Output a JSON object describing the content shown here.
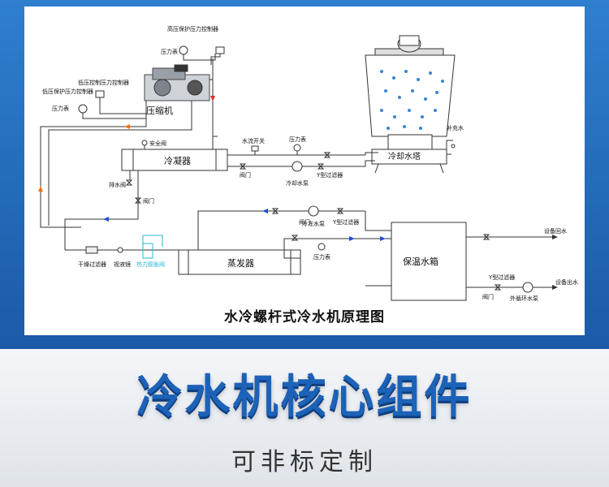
{
  "diagram": {
    "caption": "水冷螺杆式冷水机原理图",
    "labels": {
      "high_pressure_ctrl": "高压保护压力控制器",
      "pressure_gauge_top": "压力表",
      "low_pressure_ctrl_a": "低压控制压力控制器",
      "low_pressure_ctrl_b": "低压保护压力控制器",
      "pressure_gauge_left": "压力表",
      "compressor": "压缩机",
      "cooling_tower": "冷却水塔",
      "makeup_water": "补充水",
      "safety_valve": "安全阀",
      "condenser": "冷凝器",
      "water_flow_switch": "水流开关",
      "pressure_gauge_mid": "压力表",
      "valve_a": "阀门",
      "cooling_pump": "冷却水泵",
      "y_filter_a": "Y型过滤器",
      "drain_valve": "排水阀",
      "valve_b": "阀门",
      "valve_c": "阀门",
      "chilled_pump": "冷冻水泵",
      "y_filter_b": "Y型过滤器",
      "dry_filter": "干燥过滤器",
      "sight_glass": "视液镜",
      "expansion_valve": "热力膨胀阀",
      "evaporator": "蒸发器",
      "pressure_gauge_bottom": "压力表",
      "insulated_tank": "保温水箱",
      "equipment_return": "设备回水",
      "y_filter_c": "Y型过滤器",
      "valve_d": "阀门",
      "external_pump": "外循环水泵",
      "equipment_outlet": "设备出水"
    }
  },
  "headline": "冷水机核心组件",
  "subline": "可非标定制",
  "colors": {
    "brand_blue": "#1c62b8",
    "frame_blue": "#2f7fcf",
    "pipe_red": "#d9302a",
    "pipe_orange": "#e8731c",
    "pipe_blue": "#1f4fd1",
    "expansion_cyan": "#27b7d8"
  }
}
